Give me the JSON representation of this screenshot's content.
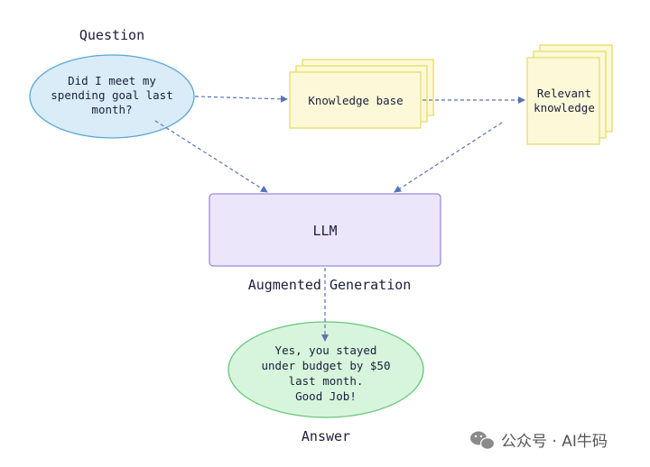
{
  "labels": {
    "question": "Question",
    "augmented": "Augmented Generation",
    "answer": "Answer"
  },
  "question_bubble": {
    "lines": [
      "Did I meet my",
      "spending goal last",
      "month?"
    ]
  },
  "knowledge_base": {
    "label": "Knowledge base"
  },
  "relevant_knowledge": {
    "lines": [
      "Relevant",
      "knowledge"
    ]
  },
  "llm": {
    "label": "LLM"
  },
  "answer_bubble": {
    "lines": [
      "Yes, you stayed",
      "under budget by $50",
      "last month.",
      "Good Job!"
    ]
  },
  "watermark": {
    "text": "公众号 · AI牛码"
  },
  "colors": {
    "question_fill": "#d9ecf8",
    "question_stroke": "#5aa5d6",
    "doc_fill": "#fdf9d8",
    "doc_stroke": "#e8dc6a",
    "llm_fill": "#ece6fb",
    "llm_stroke": "#9d8bd6",
    "answer_fill": "#d6f5dc",
    "answer_stroke": "#68c77b",
    "arrow": "#5a73b8"
  }
}
